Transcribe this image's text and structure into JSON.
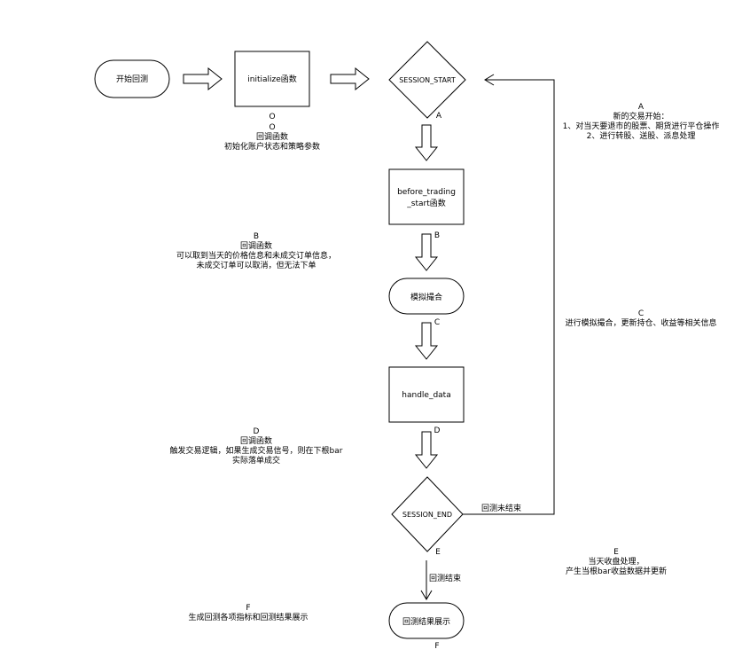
{
  "nodes": {
    "start": "开始回测",
    "initialize": "initialize函数",
    "session_start": "SESSION_START",
    "before_trading_line1": "before_trading",
    "before_trading_line2": "_start函数",
    "match": "模拟撮合",
    "handle_data": "handle_data",
    "session_end": "SESSION_END",
    "result": "回测结果展示"
  },
  "edge_labels": {
    "not_finished": "回测未结束",
    "finished": "回测结束"
  },
  "point_labels": {
    "o": "O",
    "a": "A",
    "b": "B",
    "c": "C",
    "d": "D",
    "e": "E",
    "f": "F"
  },
  "annotations": {
    "o": {
      "letter": "O",
      "lines": [
        "回调函数",
        "初始化账户状态和策略参数"
      ]
    },
    "a": {
      "letter": "A",
      "lines": [
        "新的交易开始：",
        "1、对当天要退市的股票、期货进行平仓操作",
        "2、进行转股、送股、派息处理"
      ]
    },
    "b": {
      "letter": "B",
      "lines": [
        "回调函数",
        "可以取到当天的价格信息和未成交订单信息，",
        "未成交订单可以取消，但无法下单"
      ]
    },
    "c": {
      "letter": "C",
      "lines": [
        "进行模拟撮合，更新持仓、收益等相关信息"
      ]
    },
    "d": {
      "letter": "D",
      "lines": [
        "回调函数",
        "触发交易逻辑，如果生成交易信号，则在下根bar",
        "实际落单成交"
      ]
    },
    "e": {
      "letter": "E",
      "lines": [
        "当天收盘处理，",
        "产生当根bar收益数据并更新"
      ]
    },
    "f": {
      "letter": "F",
      "lines": [
        "生成回测各项指标和回测结果展示"
      ]
    }
  }
}
